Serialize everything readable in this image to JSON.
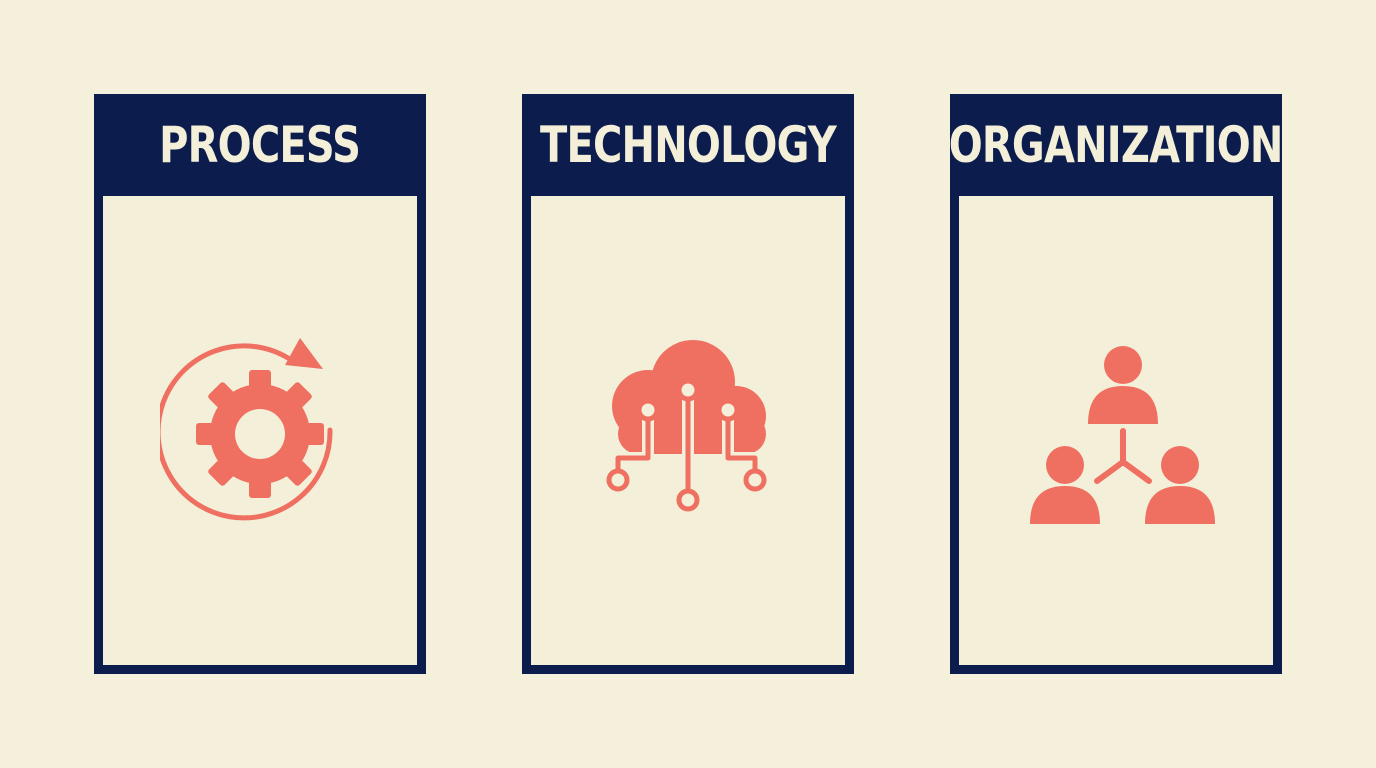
{
  "colors": {
    "background": "#f4f0dc",
    "navy": "#0c1c4c",
    "panel": "#f4efd9",
    "accent": "#ef6f61"
  },
  "cards": [
    {
      "title": "PROCESS",
      "icon": "gear-cycle-icon"
    },
    {
      "title": "TECHNOLOGY",
      "icon": "cloud-circuit-icon"
    },
    {
      "title": "ORGANIZATION",
      "icon": "team-hierarchy-icon"
    }
  ]
}
